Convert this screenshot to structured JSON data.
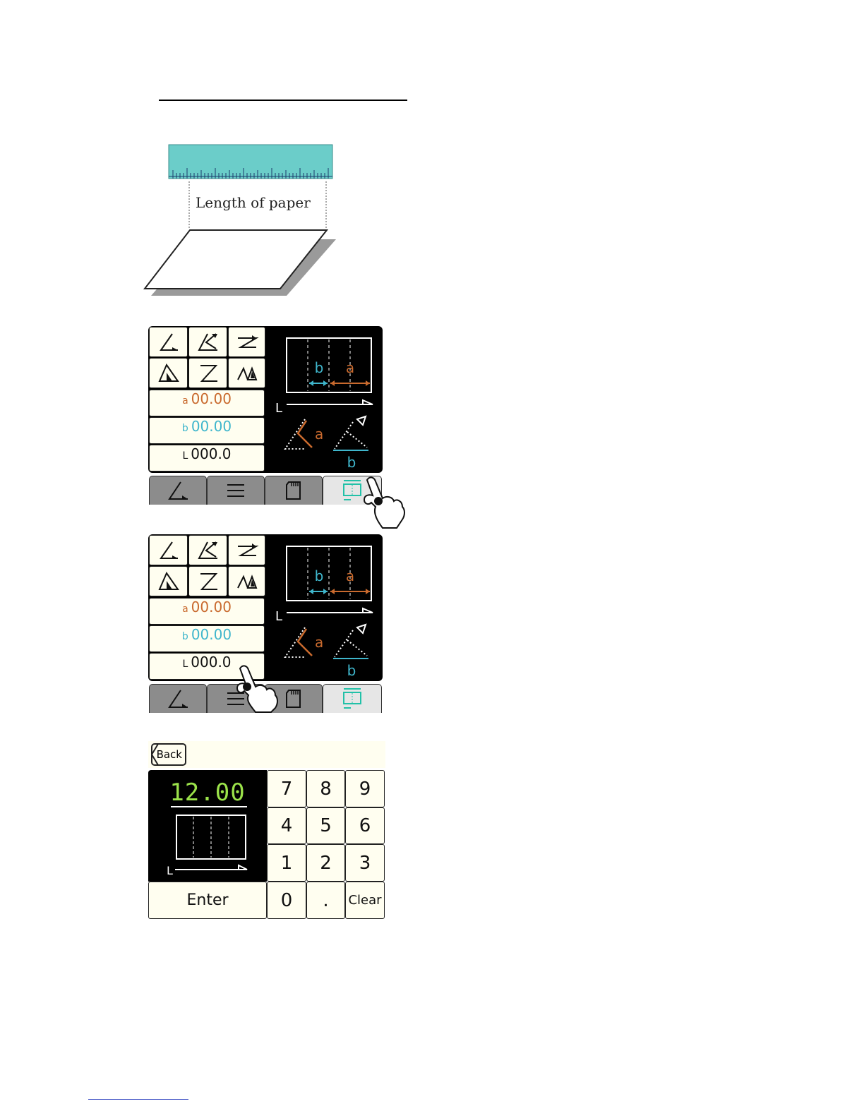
{
  "illustration": {
    "label": "Length of paper",
    "ruler_color": "#6bcdc9"
  },
  "panels": [
    {
      "a_prefix": "a",
      "a_value": "00.00",
      "b_prefix": "b",
      "b_value": "00.00",
      "l_prefix": "L",
      "l_value": "000.0",
      "diagram": {
        "a": "a",
        "b": "b",
        "L": "L"
      },
      "active_tab": "size-tab",
      "tap_target": "size-tab"
    },
    {
      "a_prefix": "a",
      "a_value": "00.00",
      "b_prefix": "b",
      "b_value": "00.00",
      "l_prefix": "L",
      "l_value": "000.0",
      "diagram": {
        "a": "a",
        "b": "b",
        "L": "L"
      },
      "active_tab": "size-tab",
      "tap_target": "l-field"
    }
  ],
  "keypad": {
    "back_label": "Back",
    "display_value": "12.00",
    "display_axis": "L",
    "keys": [
      "7",
      "8",
      "9",
      "4",
      "5",
      "6",
      "1",
      "2",
      "3",
      "0",
      ".",
      "Clear"
    ],
    "enter_label": "Enter"
  },
  "colors": {
    "orange": "#c96a2e",
    "cyan": "#3fb6cc",
    "green": "#9be24a",
    "cream": "#fffef0"
  }
}
